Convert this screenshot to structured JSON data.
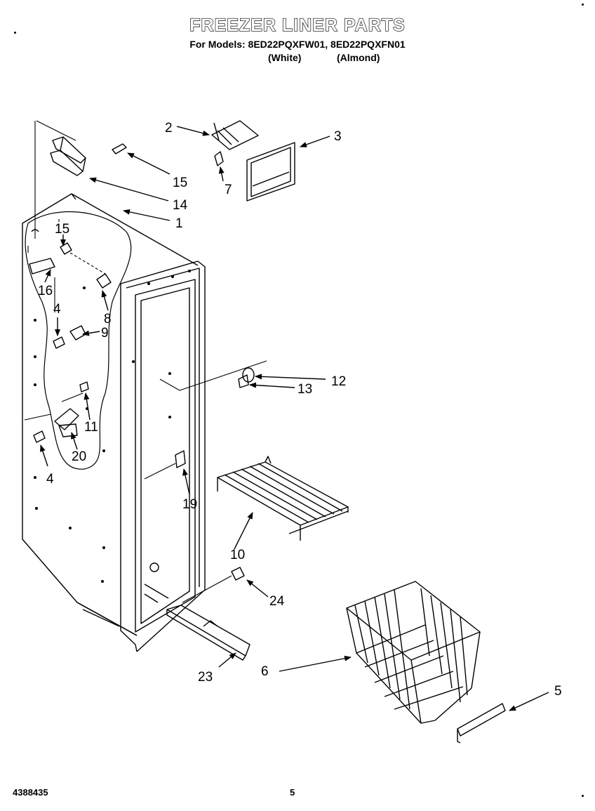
{
  "header": {
    "title": "FREEZER LINER PARTS",
    "models_line": "For Models: 8ED22PQXFW01, 8ED22PQXFN01",
    "variant_white": "(White)",
    "variant_almond": "(Almond)"
  },
  "callouts": [
    "1",
    "2",
    "3",
    "4",
    "4",
    "5",
    "6",
    "7",
    "8",
    "9",
    "10",
    "11",
    "12",
    "13",
    "14",
    "15",
    "15",
    "16",
    "19",
    "20",
    "23",
    "24"
  ],
  "footer": {
    "doc_number": "4388435",
    "page_number": "5"
  }
}
